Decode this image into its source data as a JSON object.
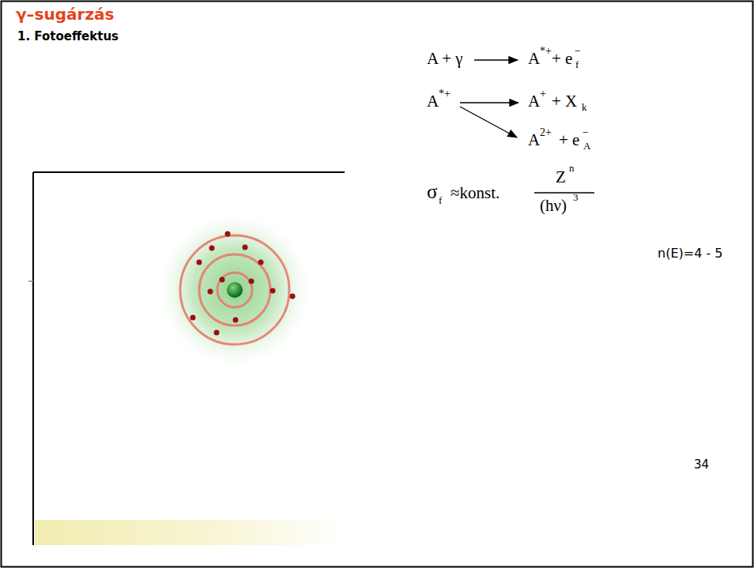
{
  "diagram": {
    "title": "γ–sugárzás",
    "labels": [
      "1. Fotoeffektus",
      "A + γ",
      "A",
      "*+",
      "+ e",
      "−",
      "f",
      "A",
      "*+",
      "A",
      "+",
      "+ X",
      "k",
      "A",
      "2+",
      "+ e",
      "−",
      "A",
      "σ",
      "f",
      "≈konst.",
      "Z",
      "n",
      "(hν)",
      "3",
      "n(E)=4 - 5",
      "34"
    ]
  }
}
